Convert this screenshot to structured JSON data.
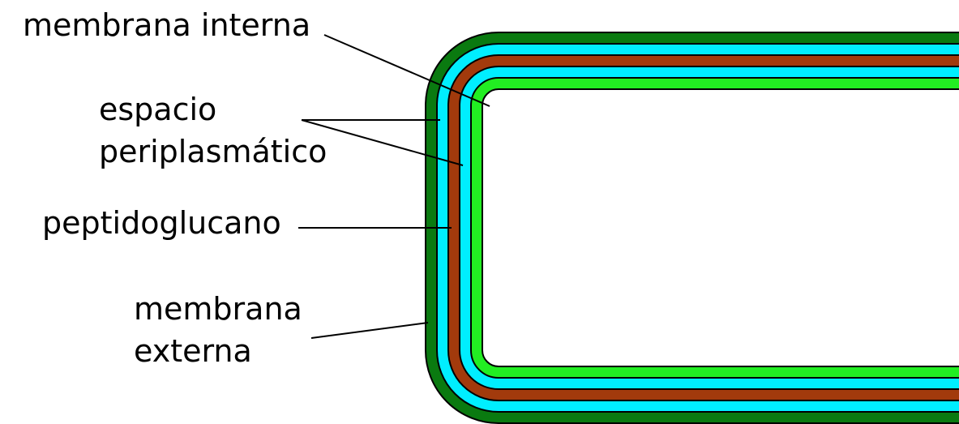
{
  "labels": {
    "membrana_interna": "membrana interna",
    "espacio_line1": "espacio",
    "espacio_line2": "periplasmático",
    "peptidoglucano": "peptidoglucano",
    "membrana_externa_line1": "membrana",
    "membrana_externa_line2": "externa"
  },
  "layers": [
    {
      "name": "membrana externa",
      "color": "#0a7a10"
    },
    {
      "name": "espacio periplasmático (exterior)",
      "color": "#00eeff"
    },
    {
      "name": "peptidoglucano",
      "color": "#a23a0c"
    },
    {
      "name": "espacio periplasmático (interior)",
      "color": "#00eeff"
    },
    {
      "name": "membrana interna",
      "color": "#22ee22"
    }
  ],
  "colors": {
    "outline": "#000000",
    "cytoplasm": "#ffffff",
    "text": "#000000"
  }
}
